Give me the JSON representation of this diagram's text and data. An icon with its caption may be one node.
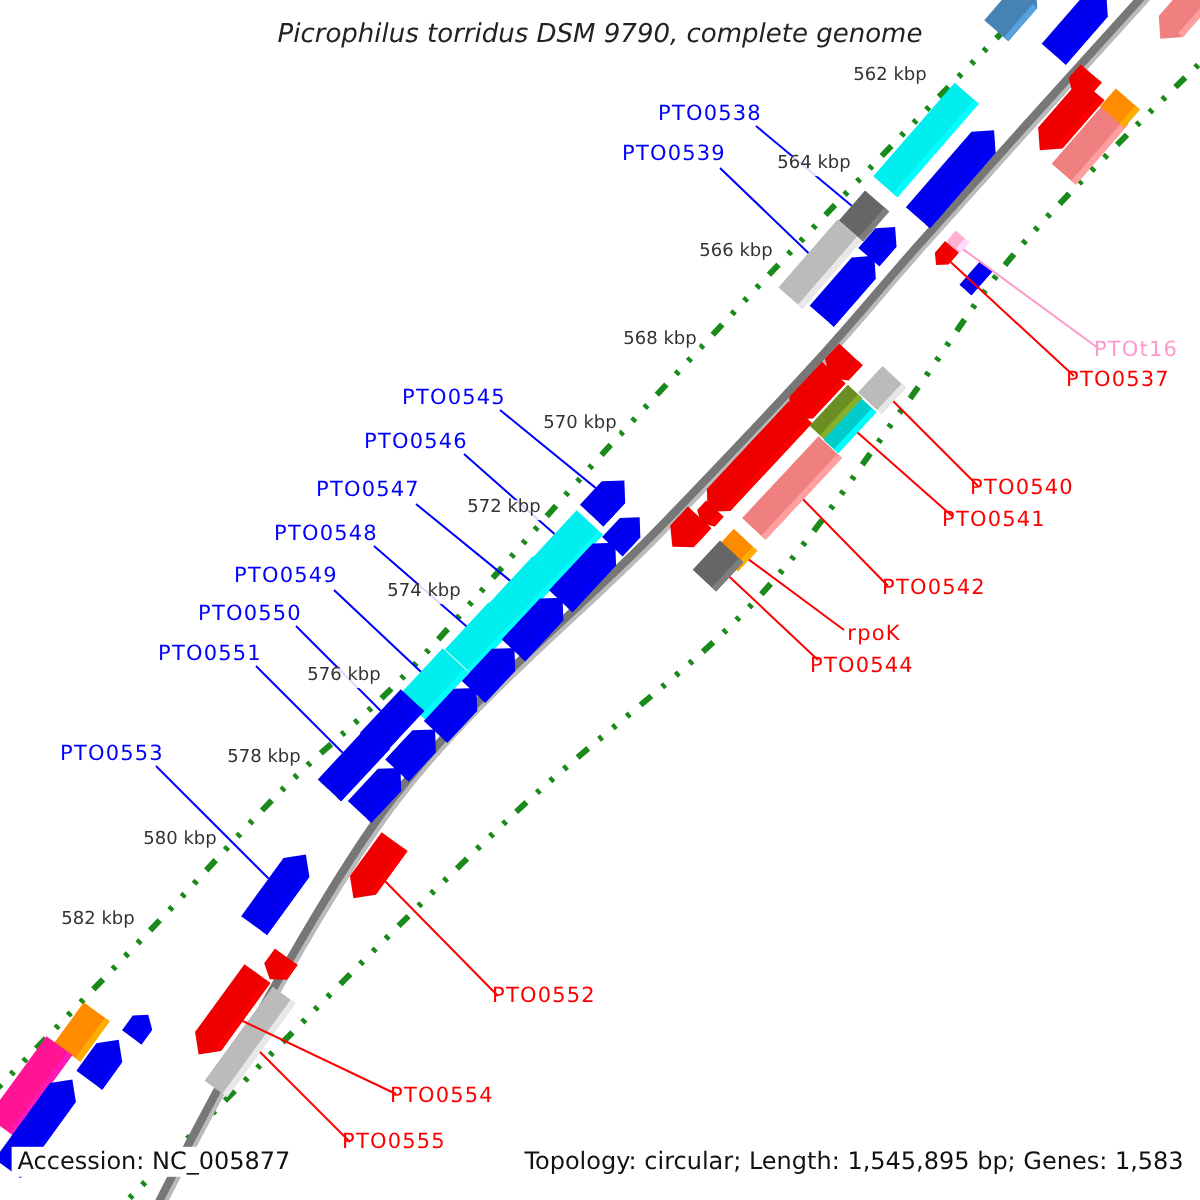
{
  "diagram": {
    "title": "Picrophilus torridus DSM 9790, complete genome",
    "nodes": [
      {
        "text": [
          "PTO0538"
        ]
      },
      {
        "text": [
          "PTO0539"
        ]
      },
      {
        "text": [
          "PTOt16"
        ]
      },
      {
        "text": [
          "PTO0537"
        ]
      },
      {
        "text": [
          "PTO0545"
        ]
      },
      {
        "text": [
          "PTO0540"
        ]
      },
      {
        "text": [
          "PTO0546"
        ]
      },
      {
        "text": [
          "PTO0541"
        ]
      },
      {
        "text": [
          "PTO0547"
        ]
      },
      {
        "text": [
          "PTO0548"
        ]
      },
      {
        "text": [
          "PTO0542"
        ]
      },
      {
        "text": [
          "PTO0549"
        ]
      },
      {
        "text": [
          "rpoK"
        ]
      },
      {
        "text": [
          "PTO0550"
        ]
      },
      {
        "text": [
          "PTO0544"
        ]
      },
      {
        "text": [
          "PTO0551"
        ]
      },
      {
        "text": [
          "PTO0553"
        ]
      },
      {
        "text": [
          "PTO0552"
        ]
      },
      {
        "text": [
          "PTO0554"
        ]
      },
      {
        "text": [
          "PTO0555"
        ]
      },
      {
        "text": [],
        "shape": "bar"
      },
      {
        "text": [],
        "shape": "bar"
      },
      {
        "text": [],
        "shape": "arrow"
      },
      {
        "text": [],
        "shape": "arrow"
      },
      {
        "text": [],
        "shape": "arrow"
      },
      {
        "text": [],
        "shape": "bar"
      },
      {
        "text": [],
        "shape": "bar"
      },
      {
        "text": [],
        "shape": "bar"
      },
      {
        "text": [],
        "shape": "bar"
      },
      {
        "text": [],
        "shape": "bar"
      },
      {
        "text": [],
        "shape": "bar"
      },
      {
        "text": [],
        "shape": "bar"
      },
      {
        "text": [],
        "shape": "bar"
      },
      {
        "text": [],
        "shape": "bar"
      },
      {
        "text": [],
        "shape": "bar"
      },
      {
        "text": [],
        "shape": "bar"
      },
      {
        "text": [],
        "shape": "arrow"
      },
      {
        "text": [],
        "shape": "arrow"
      },
      {
        "text": [],
        "shape": "arrow"
      },
      {
        "text": [],
        "shape": "bar"
      },
      {
        "text": [],
        "shape": "arrow"
      },
      {
        "text": [],
        "shape": "arrow"
      },
      {
        "text": [],
        "shape": "arrow"
      },
      {
        "text": [],
        "shape": "arrow"
      },
      {
        "text": [],
        "shape": "arrow"
      },
      {
        "text": [],
        "shape": "bar"
      },
      {
        "text": [],
        "shape": "bar"
      },
      {
        "text": [],
        "shape": "bar"
      },
      {
        "text": [],
        "shape": "arrow"
      },
      {
        "text": [],
        "shape": "arrow"
      },
      {
        "text": [],
        "shape": "arrow"
      },
      {
        "text": [],
        "shape": "bar"
      },
      {
        "text": [],
        "shape": "arrow"
      },
      {
        "text": [],
        "shape": "arrow"
      },
      {
        "text": [],
        "shape": "arrow"
      },
      {
        "text": [],
        "shape": "arrow"
      },
      {
        "text": [],
        "shape": "arrow"
      },
      {
        "text": [],
        "shape": "bar"
      },
      {
        "text": [],
        "shape": "arrow"
      },
      {
        "text": [],
        "shape": "arrow"
      },
      {
        "text": [],
        "shape": "arrow"
      },
      {
        "text": [],
        "shape": "arrow"
      },
      {
        "text": [],
        "shape": "arrow"
      },
      {
        "text": [],
        "shape": "arrow"
      },
      {
        "text": [],
        "shape": "arrow"
      },
      {
        "text": [],
        "shape": "arrow"
      },
      {
        "text": [],
        "shape": "bar"
      },
      {
        "text": [],
        "shape": "bar"
      },
      {
        "text": [],
        "shape": "arrow"
      },
      {
        "text": [],
        "shape": "arrow"
      },
      {
        "text": [],
        "shape": "arrow"
      }
    ],
    "edges": [
      {
        "from": 0,
        "to": 20,
        "arrow": "none"
      },
      {
        "from": 1,
        "to": 21,
        "arrow": "none"
      },
      {
        "from": 2,
        "to": 22,
        "arrow": "none",
        "color": "#ff99cc"
      },
      {
        "from": 3,
        "to": 23,
        "arrow": "none",
        "color": "#ff0000"
      },
      {
        "from": 4,
        "to": 24,
        "arrow": "none"
      },
      {
        "from": 5,
        "to": 25,
        "arrow": "none",
        "color": "#ff0000"
      },
      {
        "from": 6,
        "to": 26,
        "arrow": "none"
      },
      {
        "from": 7,
        "to": 27,
        "arrow": "none",
        "color": "#ff0000"
      },
      {
        "from": 8,
        "to": 28,
        "arrow": "none"
      },
      {
        "from": 9,
        "to": 29,
        "arrow": "none"
      },
      {
        "from": 10,
        "to": 30,
        "arrow": "none",
        "color": "#ff0000"
      },
      {
        "from": 11,
        "to": 31,
        "arrow": "none"
      },
      {
        "from": 12,
        "to": 32,
        "arrow": "none",
        "color": "#ff0000"
      },
      {
        "from": 13,
        "to": 33,
        "arrow": "none"
      },
      {
        "from": 14,
        "to": 34,
        "arrow": "none",
        "color": "#ff0000"
      },
      {
        "from": 15,
        "to": 35,
        "arrow": "none"
      },
      {
        "from": 16,
        "to": 36,
        "arrow": "none"
      },
      {
        "from": 17,
        "to": 37,
        "arrow": "none",
        "color": "#ff0000"
      },
      {
        "from": 18,
        "to": 38,
        "arrow": "none",
        "color": "#ff0000"
      },
      {
        "from": 19,
        "to": 39,
        "arrow": "none",
        "color": "#ff0000"
      }
    ],
    "labels": [
      "562 kbp",
      "564 kbp",
      "566 kbp",
      "568 kbp",
      "570 kbp",
      "572 kbp",
      "574 kbp",
      "576 kbp",
      "578 kbp",
      "580 kbp",
      "582 kbp",
      "Accession: NC_005877",
      "Topology: circular; Length: 1,545,895 bp; Genes: 1,583"
    ]
  }
}
